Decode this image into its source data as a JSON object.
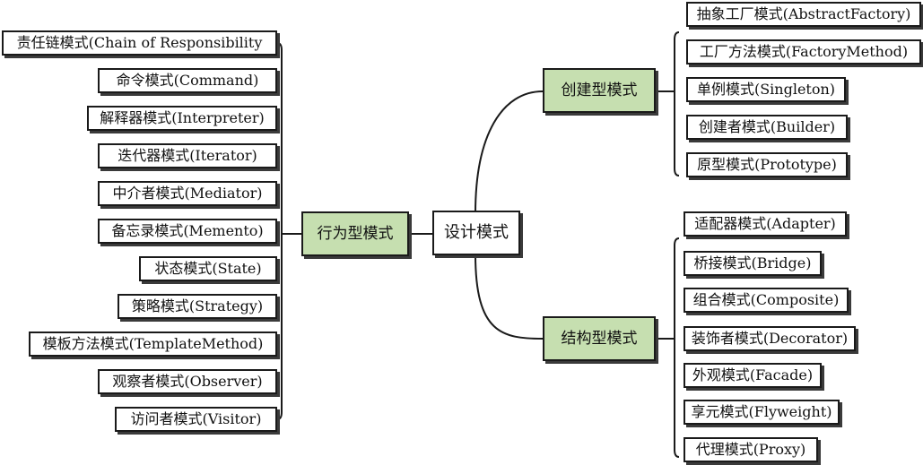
{
  "root": {
    "label": "设计模式"
  },
  "categories": {
    "behavioral": {
      "label": "行为型模式",
      "color": "#c6dfb0",
      "items": [
        "责任链模式(Chain of Responsibility",
        "命令模式(Command)",
        "解释器模式(Interpreter)",
        "迭代器模式(Iterator)",
        "中介者模式(Mediator)",
        "备忘录模式(Memento)",
        "状态模式(State)",
        "策略模式(Strategy)",
        "模板方法模式(TemplateMethod)",
        "观察者模式(Observer)",
        "访问者模式(Visitor)"
      ]
    },
    "creational": {
      "label": "创建型模式",
      "color": "#c6dfb0",
      "items": [
        "抽象工厂模式(AbstractFactory)",
        "工厂方法模式(FactoryMethod)",
        "单例模式(Singleton)",
        "创建者模式(Builder)",
        "原型模式(Prototype)"
      ]
    },
    "structural": {
      "label": "结构型模式",
      "color": "#c6dfb0",
      "items": [
        "适配器模式(Adapter)",
        "桥接模式(Bridge)",
        "组合模式(Composite)",
        "装饰者模式(Decorator)",
        "外观模式(Facade)",
        "享元模式(Flyweight)",
        "代理模式(Proxy)"
      ]
    }
  }
}
